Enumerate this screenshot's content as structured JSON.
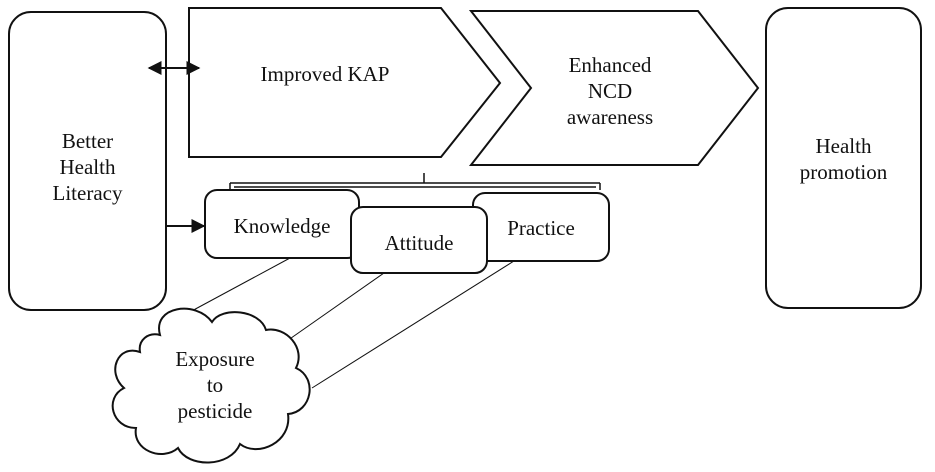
{
  "diagram": {
    "better_health_literacy": [
      "Better",
      "Health",
      "Literacy"
    ],
    "improved_kap": "Improved KAP",
    "enhanced_ncd_awareness": [
      "Enhanced",
      "NCD",
      "awareness"
    ],
    "health_promotion": [
      "Health",
      "promotion"
    ],
    "knowledge": "Knowledge",
    "attitude": "Attitude",
    "practice": "Practice",
    "exposure_to_pesticide": [
      "Exposure",
      "to",
      "pesticide"
    ]
  },
  "colors": {
    "stroke": "#111111",
    "fill": "#ffffff",
    "text": "#111111"
  }
}
